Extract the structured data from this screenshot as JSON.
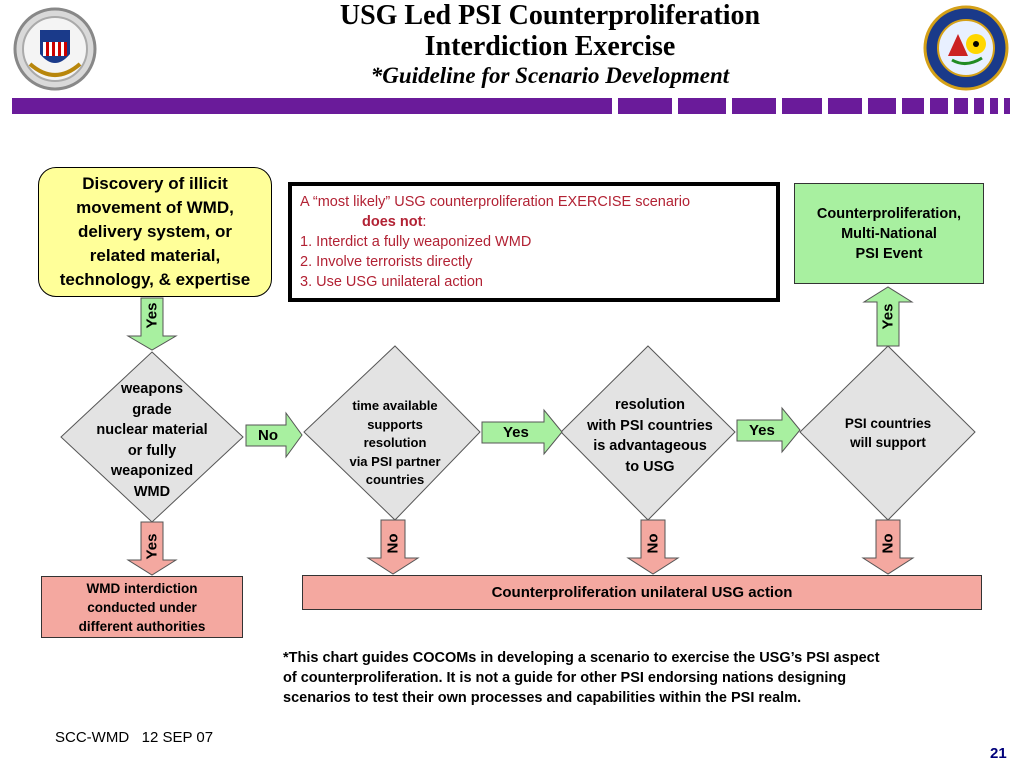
{
  "header": {
    "title_line1": "USG Led PSI Counterproliferation",
    "title_line2": "Interdiction Exercise",
    "subtitle": "*Guideline for Scenario Development"
  },
  "boxes": {
    "discovery_lines": [
      "Discovery of illicit",
      "movement of WMD,",
      "delivery system, or",
      "related material,",
      "technology, & expertise"
    ],
    "scenario": {
      "line1": "A “most likely” USG counterproliferation EXERCISE scenario",
      "line2": "does not",
      "line2_suffix": ":",
      "items": [
        "1.  Interdict a fully weaponized WMD",
        "2.  Involve terrorists directly",
        "3.  Use USG unilateral action"
      ]
    },
    "multinational_lines": [
      "Counterproliferation,",
      "Multi-National",
      "PSI Event"
    ],
    "wmd_interdiction_lines": [
      "WMD interdiction",
      "conducted under",
      "different authorities"
    ],
    "unilateral": "Counterproliferation unilateral USG action"
  },
  "decisions": {
    "d1_lines": [
      "weapons",
      "grade",
      "nuclear material",
      "or fully",
      "weaponized",
      "WMD"
    ],
    "d2_lines": [
      "time available",
      "supports",
      "resolution",
      "via  PSI partner",
      "countries"
    ],
    "d3_lines": [
      "resolution",
      "with PSI countries",
      "is advantageous",
      "to USG"
    ],
    "d4_lines": [
      "PSI countries",
      "will support"
    ]
  },
  "arrows": {
    "yes_top": "Yes",
    "no_1": "No",
    "yes_2": "Yes",
    "yes_3": "Yes",
    "yes_up": "Yes",
    "yes_down": "Yes",
    "no_down_2": "No",
    "no_down_3": "No",
    "no_down_4": "No"
  },
  "footnote": {
    "line1": "*This chart guides COCOMs in developing a scenario to exercise the USG’s PSI aspect",
    "line2": "of counterproliferation.  It is not a guide for other PSI endorsing nations designing",
    "line3": "scenarios to test their own processes and capabilities within the PSI realm."
  },
  "footer": {
    "left": "SCC-WMD   12 SEP 07",
    "page": "21"
  },
  "colors": {
    "stripe": "#6a1b9a",
    "yellow": "#ffff99",
    "green": "#a8f0a0",
    "pink": "#f4a8a0",
    "diamond": "#e3e3e3",
    "red_text": "#b22234"
  }
}
